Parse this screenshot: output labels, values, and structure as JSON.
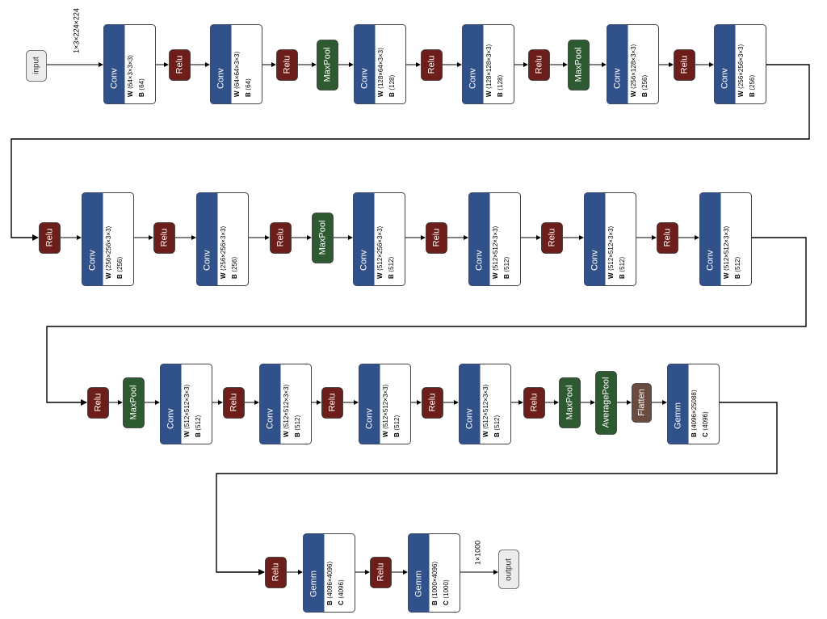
{
  "colors": {
    "conv": "#31518a",
    "relu": "#6e1e1a",
    "pool": "#2e5a31",
    "flatten": "#6b4a3f",
    "io": "#ececec",
    "edge": "#000000"
  },
  "input": {
    "label": "input",
    "shape_label": "1×3×224×224"
  },
  "output": {
    "label": "output",
    "shape_label": "1×1000"
  },
  "row1": [
    {
      "type": "conv",
      "op": "Conv",
      "attrs": [
        {
          "k": "W",
          "v": "⟨64×3×3×3⟩"
        },
        {
          "k": "B",
          "v": "⟨64⟩"
        }
      ]
    },
    {
      "type": "relu",
      "op": "Relu"
    },
    {
      "type": "conv",
      "op": "Conv",
      "attrs": [
        {
          "k": "W",
          "v": "⟨64×64×3×3⟩"
        },
        {
          "k": "B",
          "v": "⟨64⟩"
        }
      ]
    },
    {
      "type": "relu",
      "op": "Relu"
    },
    {
      "type": "pool",
      "op": "MaxPool"
    },
    {
      "type": "conv",
      "op": "Conv",
      "attrs": [
        {
          "k": "W",
          "v": "⟨128×64×3×3⟩"
        },
        {
          "k": "B",
          "v": "⟨128⟩"
        }
      ]
    },
    {
      "type": "relu",
      "op": "Relu"
    },
    {
      "type": "conv",
      "op": "Conv",
      "attrs": [
        {
          "k": "W",
          "v": "⟨128×128×3×3⟩"
        },
        {
          "k": "B",
          "v": "⟨128⟩"
        }
      ]
    },
    {
      "type": "relu",
      "op": "Relu"
    },
    {
      "type": "pool",
      "op": "MaxPool"
    },
    {
      "type": "conv",
      "op": "Conv",
      "attrs": [
        {
          "k": "W",
          "v": "⟨256×128×3×3⟩"
        },
        {
          "k": "B",
          "v": "⟨256⟩"
        }
      ]
    },
    {
      "type": "relu",
      "op": "Relu"
    },
    {
      "type": "conv",
      "op": "Conv",
      "attrs": [
        {
          "k": "W",
          "v": "⟨256×256×3×3⟩"
        },
        {
          "k": "B",
          "v": "⟨256⟩"
        }
      ]
    }
  ],
  "row2": [
    {
      "type": "relu",
      "op": "Relu"
    },
    {
      "type": "conv",
      "op": "Conv",
      "attrs": [
        {
          "k": "W",
          "v": "⟨256×256×3×3⟩"
        },
        {
          "k": "B",
          "v": "⟨256⟩"
        }
      ]
    },
    {
      "type": "relu",
      "op": "Relu"
    },
    {
      "type": "conv",
      "op": "Conv",
      "attrs": [
        {
          "k": "W",
          "v": "⟨256×256×3×3⟩"
        },
        {
          "k": "B",
          "v": "⟨256⟩"
        }
      ]
    },
    {
      "type": "relu",
      "op": "Relu"
    },
    {
      "type": "pool",
      "op": "MaxPool"
    },
    {
      "type": "conv",
      "op": "Conv",
      "attrs": [
        {
          "k": "W",
          "v": "⟨512×256×3×3⟩"
        },
        {
          "k": "B",
          "v": "⟨512⟩"
        }
      ]
    },
    {
      "type": "relu",
      "op": "Relu"
    },
    {
      "type": "conv",
      "op": "Conv",
      "attrs": [
        {
          "k": "W",
          "v": "⟨512×512×3×3⟩"
        },
        {
          "k": "B",
          "v": "⟨512⟩"
        }
      ]
    },
    {
      "type": "relu",
      "op": "Relu"
    },
    {
      "type": "conv",
      "op": "Conv",
      "attrs": [
        {
          "k": "W",
          "v": "⟨512×512×3×3⟩"
        },
        {
          "k": "B",
          "v": "⟨512⟩"
        }
      ]
    },
    {
      "type": "relu",
      "op": "Relu"
    },
    {
      "type": "conv",
      "op": "Conv",
      "attrs": [
        {
          "k": "W",
          "v": "⟨512×512×3×3⟩"
        },
        {
          "k": "B",
          "v": "⟨512⟩"
        }
      ]
    }
  ],
  "row3": [
    {
      "type": "relu",
      "op": "Relu"
    },
    {
      "type": "pool",
      "op": "MaxPool"
    },
    {
      "type": "conv",
      "op": "Conv",
      "attrs": [
        {
          "k": "W",
          "v": "⟨512×512×3×3⟩"
        },
        {
          "k": "B",
          "v": "⟨512⟩"
        }
      ]
    },
    {
      "type": "relu",
      "op": "Relu"
    },
    {
      "type": "conv",
      "op": "Conv",
      "attrs": [
        {
          "k": "W",
          "v": "⟨512×512×3×3⟩"
        },
        {
          "k": "B",
          "v": "⟨512⟩"
        }
      ]
    },
    {
      "type": "relu",
      "op": "Relu"
    },
    {
      "type": "conv",
      "op": "Conv",
      "attrs": [
        {
          "k": "W",
          "v": "⟨512×512×3×3⟩"
        },
        {
          "k": "B",
          "v": "⟨512⟩"
        }
      ]
    },
    {
      "type": "relu",
      "op": "Relu"
    },
    {
      "type": "conv",
      "op": "Conv",
      "attrs": [
        {
          "k": "W",
          "v": "⟨512×512×3×3⟩"
        },
        {
          "k": "B",
          "v": "⟨512⟩"
        }
      ]
    },
    {
      "type": "relu",
      "op": "Relu"
    },
    {
      "type": "pool",
      "op": "MaxPool"
    },
    {
      "type": "pool",
      "op": "AveragePool"
    },
    {
      "type": "flatten",
      "op": "Flatten"
    },
    {
      "type": "conv",
      "op": "Gemm",
      "attrs": [
        {
          "k": "B",
          "v": "⟨4096×25088⟩"
        },
        {
          "k": "C",
          "v": "⟨4096⟩"
        }
      ]
    }
  ],
  "row4": [
    {
      "type": "relu",
      "op": "Relu"
    },
    {
      "type": "conv",
      "op": "Gemm",
      "attrs": [
        {
          "k": "B",
          "v": "⟨4096×4096⟩"
        },
        {
          "k": "C",
          "v": "⟨4096⟩"
        }
      ]
    },
    {
      "type": "relu",
      "op": "Relu"
    },
    {
      "type": "conv",
      "op": "Gemm",
      "attrs": [
        {
          "k": "B",
          "v": "⟨1000×4096⟩"
        },
        {
          "k": "C",
          "v": "⟨1000⟩"
        }
      ]
    }
  ]
}
